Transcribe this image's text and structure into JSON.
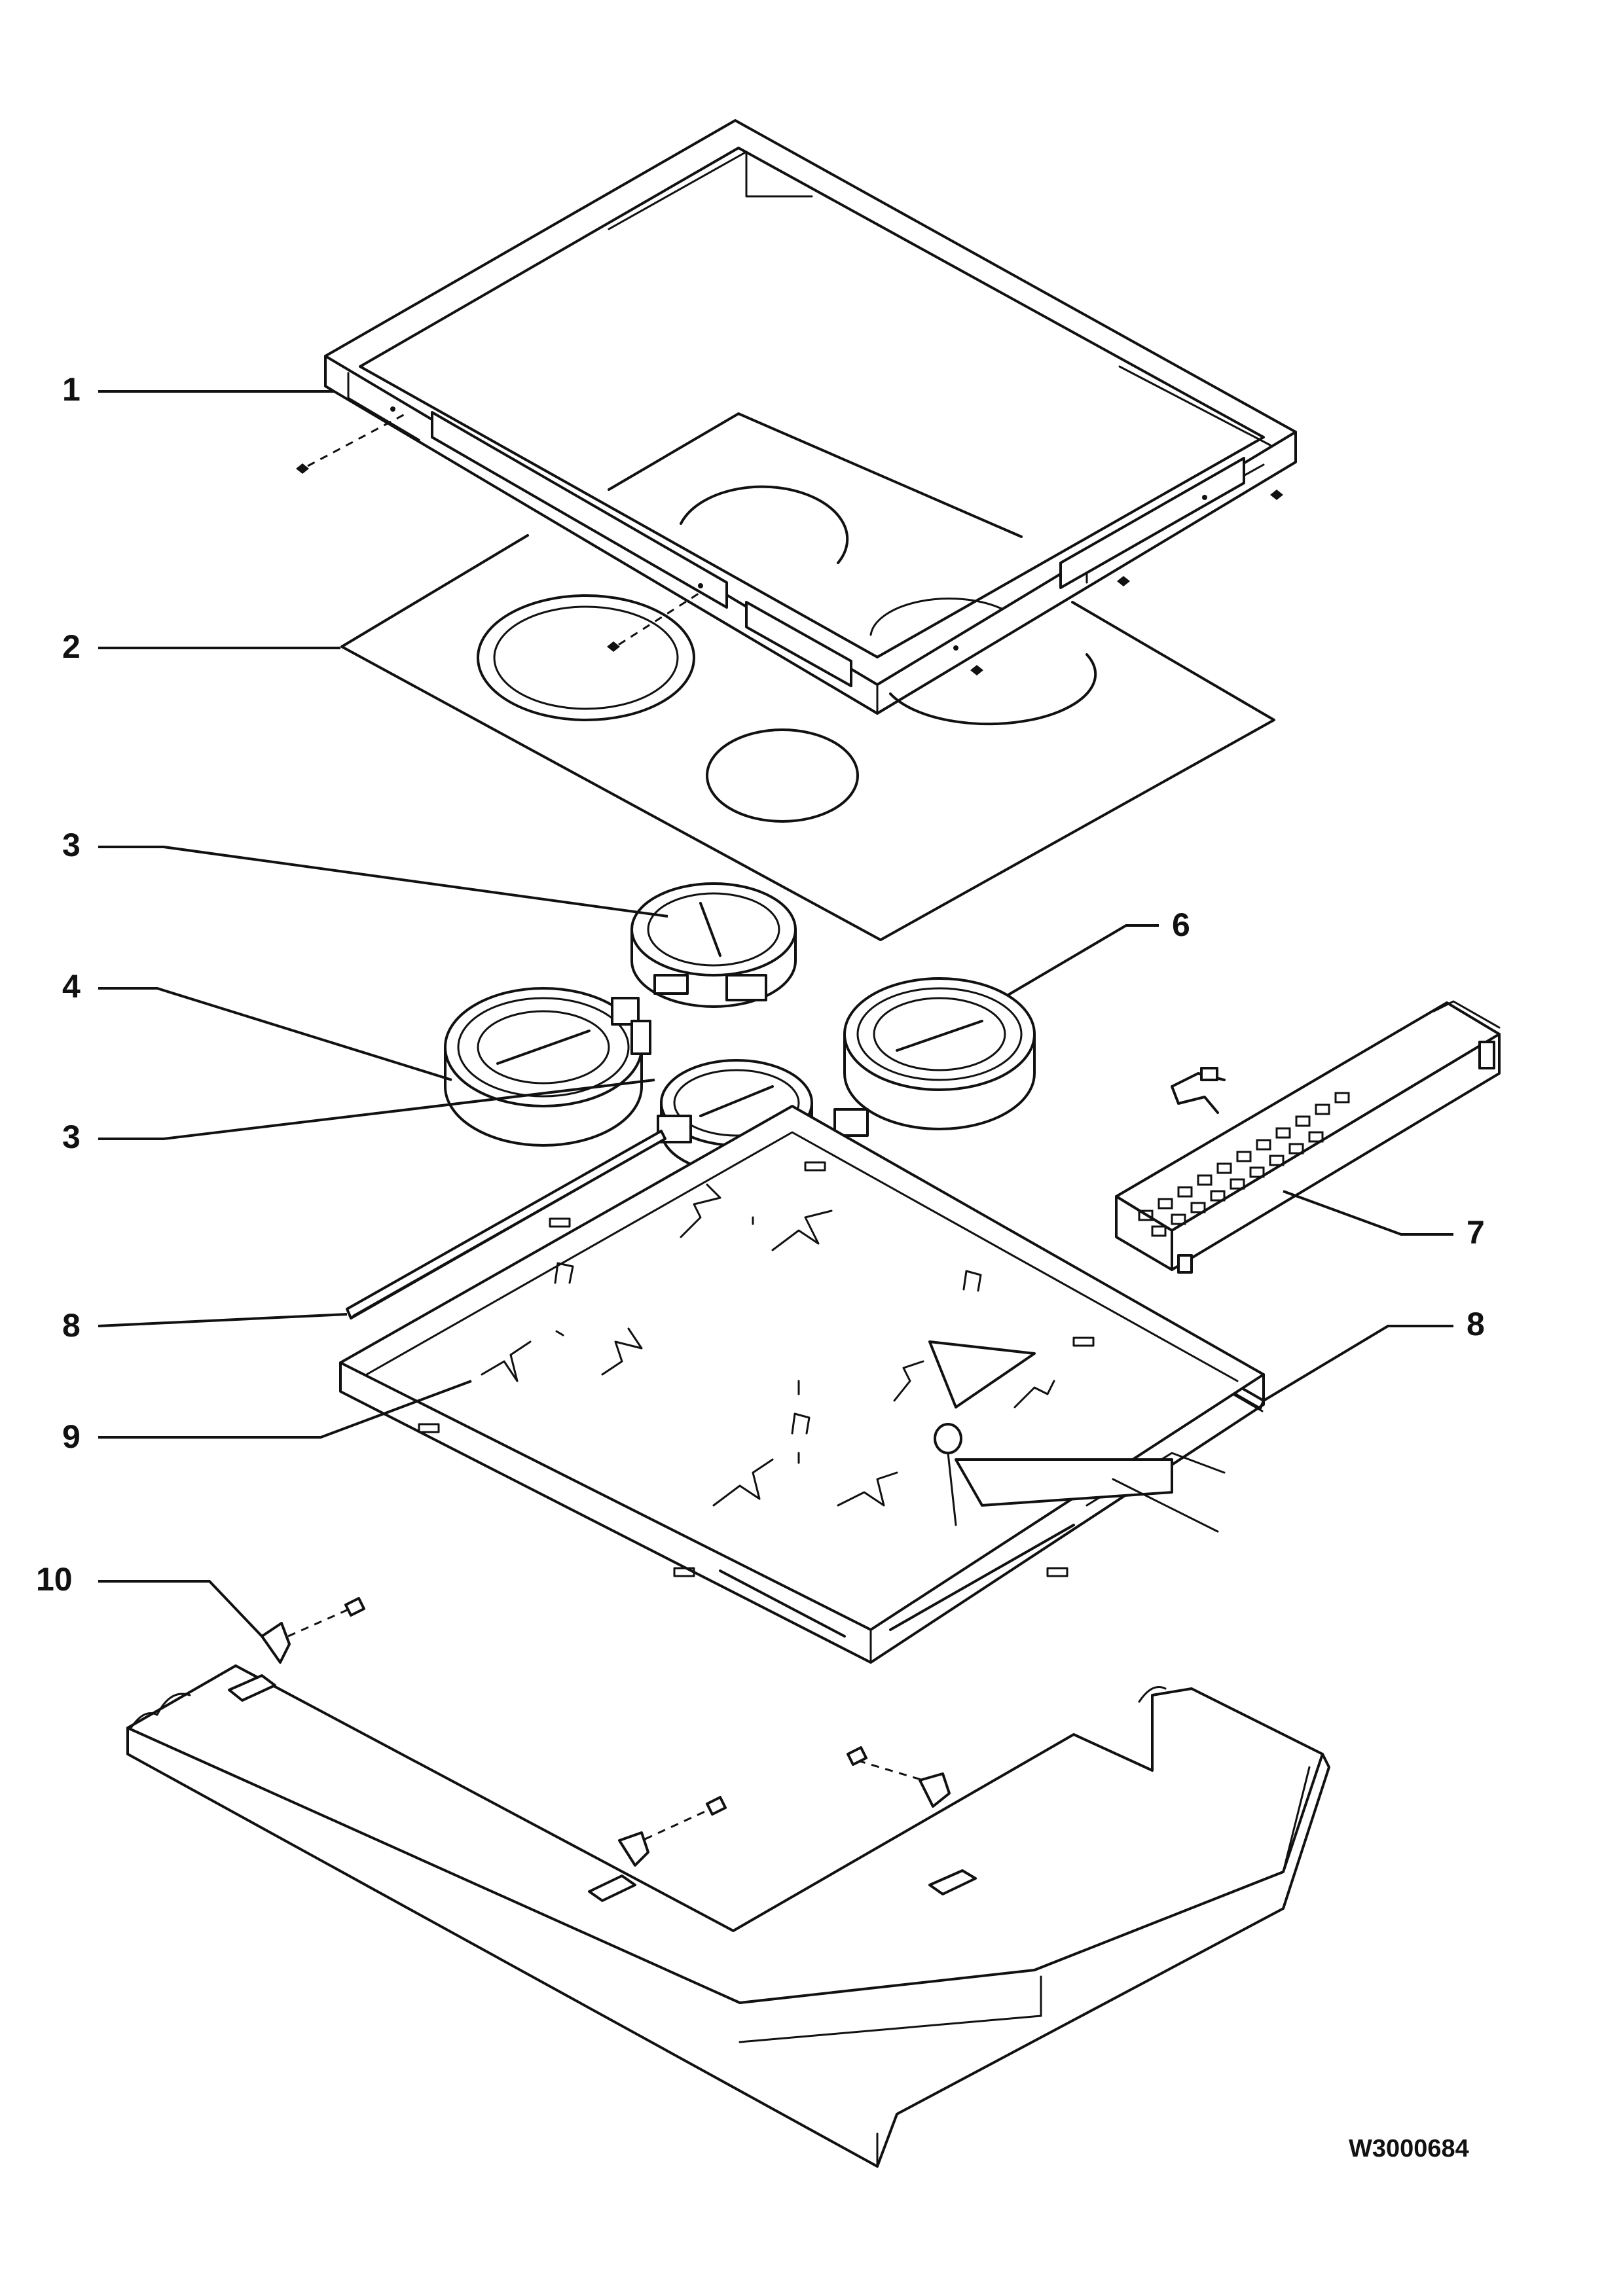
{
  "callouts": {
    "c1": "1",
    "c2": "2",
    "c3a": "3",
    "c3b": "3",
    "c4": "4",
    "c6": "6",
    "c7": "7",
    "c8a": "8",
    "c8b": "8",
    "c9": "9",
    "c10": "10"
  },
  "figure_code": "W3000684"
}
